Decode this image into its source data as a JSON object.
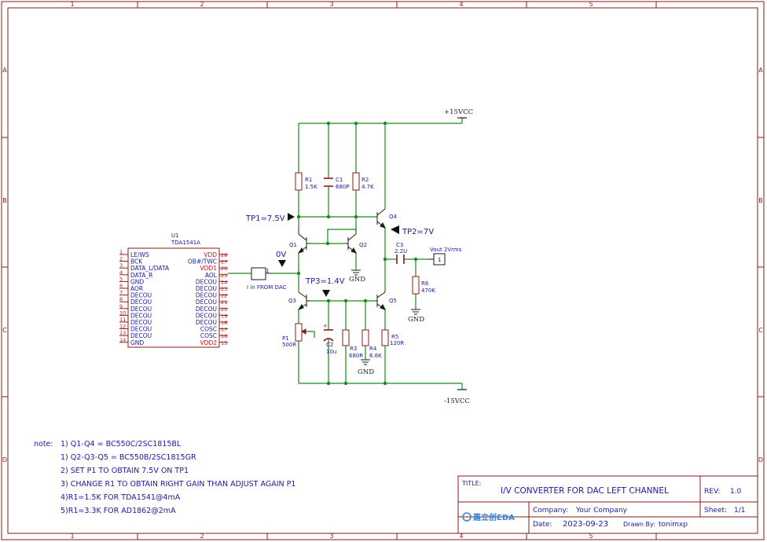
{
  "frame": {
    "col_labels": [
      "1",
      "2",
      "3",
      "4",
      "5"
    ],
    "row_labels": [
      "A",
      "B",
      "C",
      "D"
    ],
    "border_color": "#8b1a1a",
    "wire_color": "#1a8a1a",
    "text_color": "#1a1aa0",
    "pin_color": "#c01818"
  },
  "power": {
    "vcc_label": "+15VCC",
    "vee_label": "-15VCC",
    "gnd_label": "GND"
  },
  "components": {
    "R1": {
      "ref": "R1",
      "value": "1.5K"
    },
    "C1": {
      "ref": "C1",
      "value": "680P"
    },
    "R2": {
      "ref": "R2",
      "value": "4.7K"
    },
    "Q1": {
      "ref": "Q1"
    },
    "Q2": {
      "ref": "Q2"
    },
    "Q3": {
      "ref": "Q3"
    },
    "Q4": {
      "ref": "Q4"
    },
    "Q5": {
      "ref": "Q5"
    },
    "C3": {
      "ref": "C3",
      "value": "2.2U"
    },
    "R6": {
      "ref": "R6",
      "value": "470K"
    },
    "P1": {
      "ref": "P1",
      "value": "500R"
    },
    "C2": {
      "ref": "C2",
      "value": "10u"
    },
    "R3": {
      "ref": "R3",
      "value": "680R"
    },
    "R4": {
      "ref": "R4",
      "value": "6.8K"
    },
    "R5": {
      "ref": "R5",
      "value": "120R"
    },
    "J_in": {
      "pin": "1",
      "label": "I in FROM DAC"
    },
    "J_out": {
      "pin": "1",
      "label": "Vout 2Vrms"
    }
  },
  "test_points": {
    "tp1": "TP1=7.5V",
    "tp2": "TP2=7V",
    "tp3": "TP3=1.4V",
    "zero": "0V"
  },
  "ic": {
    "ref": "U1",
    "part": "TDA1541A",
    "left_pins": [
      {
        "num": "1",
        "name": "LE/WS"
      },
      {
        "num": "2",
        "name": "BCK"
      },
      {
        "num": "3",
        "name": "DATA_L/DATA"
      },
      {
        "num": "4",
        "name": "DATA_R"
      },
      {
        "num": "5",
        "name": "GND"
      },
      {
        "num": "6",
        "name": "AOR"
      },
      {
        "num": "7",
        "name": "DECOU"
      },
      {
        "num": "8",
        "name": "DECOU"
      },
      {
        "num": "9",
        "name": "DECOU"
      },
      {
        "num": "10",
        "name": "DECOU"
      },
      {
        "num": "11",
        "name": "DECOU"
      },
      {
        "num": "12",
        "name": "DECOU"
      },
      {
        "num": "13",
        "name": "DECOU"
      },
      {
        "num": "14",
        "name": "GND"
      }
    ],
    "right_pins": [
      {
        "num": "28",
        "name": "VDD"
      },
      {
        "num": "27",
        "name": "OB#/TWC"
      },
      {
        "num": "26",
        "name": "VDD1"
      },
      {
        "num": "25",
        "name": "AOL"
      },
      {
        "num": "24",
        "name": "DECOU"
      },
      {
        "num": "23",
        "name": "DECOU"
      },
      {
        "num": "22",
        "name": "DECOU"
      },
      {
        "num": "21",
        "name": "DECOU"
      },
      {
        "num": "20",
        "name": "DECOU"
      },
      {
        "num": "19",
        "name": "DECOU"
      },
      {
        "num": "18",
        "name": "DECOU"
      },
      {
        "num": "17",
        "name": "COSC"
      },
      {
        "num": "16",
        "name": "COSC"
      },
      {
        "num": "15",
        "name": "VDD2"
      }
    ]
  },
  "notes": {
    "prefix": "note:",
    "lines": [
      "1) Q1-Q4 = BC550C/2SC1815BL",
      "1) Q2-Q3-Q5 = BC550B/2SC1815GR",
      "2) SET P1 TO OBTAIN 7.5V ON TP1",
      "3) CHANGE R1 TO OBTAIN RIGHT GAIN THAN ADJUST AGAIN P1",
      "4)R1=1.5K FOR TDA1541@4mA",
      "5)R1=3.3K FOR AD1862@2mA"
    ]
  },
  "title_block": {
    "title_label": "TITLE:",
    "title": "I/V CONVERTER FOR DAC LEFT CHANNEL",
    "rev_label": "REV:",
    "rev": "1.0",
    "company_label": "Company:",
    "company": "Your Company",
    "sheet_label": "Sheet:",
    "sheet": "1/1",
    "date_label": "Date:",
    "date": "2023-09-23",
    "drawn_label": "Drawn By:",
    "drawn_by": "tonimxp",
    "logo_text": "嘉立创EDA"
  }
}
